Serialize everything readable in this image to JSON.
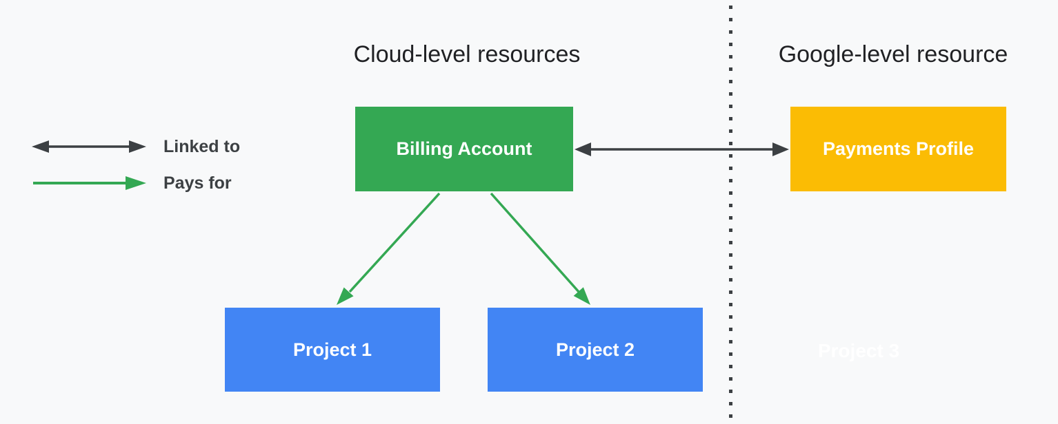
{
  "headers": {
    "cloud_section": "Cloud-level resources",
    "google_section": "Google-level resource"
  },
  "legend": {
    "linked_to_label": "Linked to",
    "pays_for_label": "Pays for"
  },
  "nodes": {
    "billing_account": {
      "label": "Billing Account",
      "color": "#34a853"
    },
    "payments_profile": {
      "label": "Payments Profile",
      "color": "#fbbc04"
    },
    "project_1": {
      "label": "Project 1",
      "color": "#4285f4"
    },
    "project_2": {
      "label": "Project 2",
      "color": "#4285f4"
    },
    "project_3": {
      "label": "Project 3",
      "color": "#ffffff"
    }
  },
  "edges": [
    {
      "from": "billing_account",
      "to": "payments_profile",
      "relation": "Linked to",
      "style": "double-headed",
      "color": "#3c4043"
    },
    {
      "from": "billing_account",
      "to": "project_1",
      "relation": "Pays for",
      "style": "single-headed",
      "color": "#34a853"
    },
    {
      "from": "billing_account",
      "to": "project_2",
      "relation": "Pays for",
      "style": "single-headed",
      "color": "#34a853"
    }
  ],
  "colors": {
    "background": "#f8f9fa",
    "heading_text": "#202124",
    "legend_text": "#3c4043",
    "divider_dots": "#3c4043",
    "arrow_dark": "#3c4043",
    "arrow_green": "#34a853",
    "node_text": "#ffffff"
  }
}
